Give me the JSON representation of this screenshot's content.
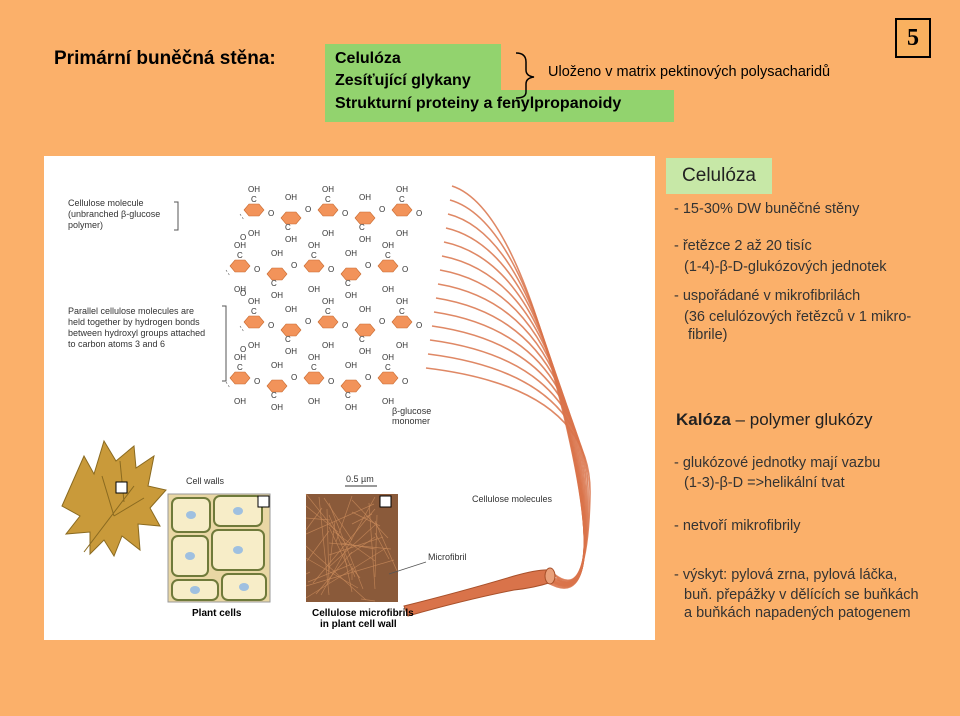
{
  "slide": {
    "title": "Primární buněčná stěna:",
    "number": "5"
  },
  "components": {
    "line1": "Celulóza",
    "line2": "Zesíťující glykany",
    "line3": "Strukturní proteiny a fenylpropanoidy",
    "matrix_note": "Uloženo v matrix pektinových polysacharidů"
  },
  "celuloza": {
    "heading": "Celulóza",
    "b1": "- 15-30% DW buněčné stěny",
    "b2a": "- řetězce 2 až 20 tisíc",
    "b2b": "(1-4)-β-D-glukózových jednotek",
    "b3a": "- uspořádané v mikrofibrilách",
    "b3b": "(36 celulózových řetězců v 1 mikro-",
    "b3c": "fibrile)"
  },
  "kaloza": {
    "name": "Kalóza",
    "dash": "–",
    "desc": "polymer glukózy",
    "b1a": "- glukózové jednotky mají  vazbu",
    "b1b": "(1-3)-β-D =>helikální tvat",
    "b2": "- netvoří mikrofibrily",
    "b3a": "- výskyt: pylová zrna, pylová láčka,",
    "b3b": "buň. přepážky v dělících se buňkách",
    "b3c": "a buňkách napadených patogenem"
  },
  "figure": {
    "cellulose_molecule": [
      "Cellulose molecule",
      "(unbranched β-glucose",
      "polymer)"
    ],
    "parallel_note": [
      "Parallel cellulose molecules are",
      "held together by hydrogen bonds",
      "between hydroxyl groups attached",
      "to carbon atoms 3 and 6"
    ],
    "glucose_monomer": [
      "β-glucose",
      "monomer"
    ],
    "cell_walls": "Cell walls",
    "scale": "0.5 µm",
    "cellulose_molecules": "Cellulose molecules",
    "microfibril": "Microfibril",
    "plant_cells": "Plant cells",
    "microfibrils_caption": [
      "Cellulose microfibrils",
      "in plant cell wall"
    ],
    "atom_oh": "OH",
    "atom_c": "C",
    "atom_o": "O"
  },
  "colors": {
    "background": "#fbb06a",
    "green_box": "#92d36e",
    "heading_box": "#c7e8a7",
    "hexagon": "#f2935a",
    "fiber": "#d9734a"
  }
}
